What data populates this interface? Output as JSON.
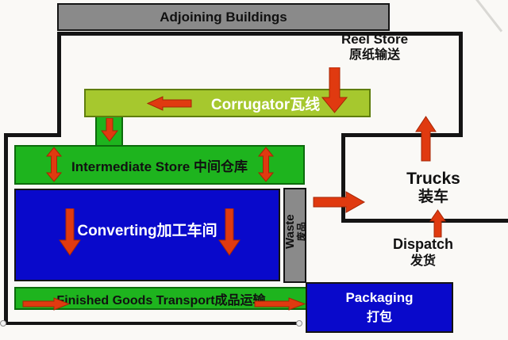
{
  "colors": {
    "red_arrow": "#E03A10",
    "green": "#1EB41E",
    "lime": "#A6C82E",
    "blue": "#0909CB",
    "gray": "#8A8A8A",
    "outline": "#141414",
    "bg": "#FAF9F6"
  },
  "boxes": {
    "adjoining_buildings": {
      "label": "Adjoining Buildings"
    },
    "corrugator": {
      "label": "Corrugator瓦线"
    },
    "intermediate_store": {
      "label": "Intermediate Store 中间仓库"
    },
    "converting": {
      "label": "Converting加工车间"
    },
    "waste": {
      "line1": "Waste",
      "line2": "废品"
    },
    "finished_goods_transport": {
      "label": "Finished Goods Transport成品运输"
    },
    "packaging": {
      "line1": "Packaging",
      "line2": "打包"
    }
  },
  "labels": {
    "reel_store": {
      "line1": "Reel Store",
      "line2": "原纸输送"
    },
    "trucks": {
      "line1": "Trucks",
      "line2": "装车"
    },
    "dispatch": {
      "line1": "Dispatch",
      "line2": "发货"
    }
  },
  "icons": {
    "flow_arrow": "red-flow-arrow",
    "selection_handle": "round-drag-handle"
  }
}
